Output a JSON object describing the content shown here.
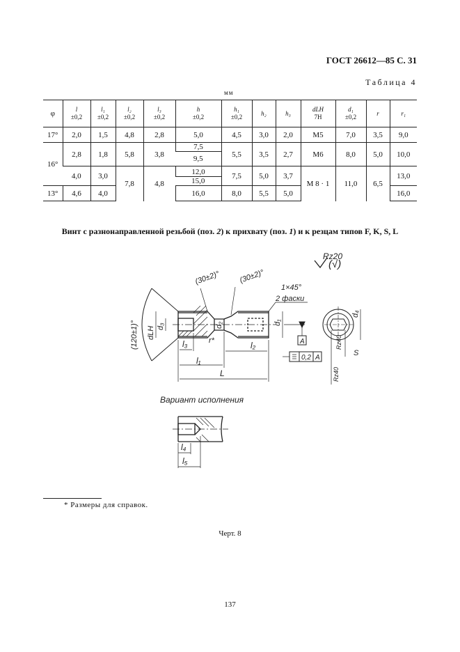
{
  "header": {
    "title": "ГОСТ 26612—85 С. 31"
  },
  "table": {
    "caption": "Таблица 4",
    "unit": "мм",
    "columns": [
      {
        "sym": "φ",
        "tol": ""
      },
      {
        "sym": "l",
        "tol": "±0,2"
      },
      {
        "sym": "l₁",
        "tol": "±0,2"
      },
      {
        "sym": "l₂",
        "tol": "±0,2"
      },
      {
        "sym": "l₃",
        "tol": "±0,2"
      },
      {
        "sym": "h",
        "tol": "±0,2"
      },
      {
        "sym": "h₁",
        "tol": "±0,2"
      },
      {
        "sym": "h₂",
        "tol": ""
      },
      {
        "sym": "h₃",
        "tol": ""
      },
      {
        "sym": "dLH",
        "tol": "7H"
      },
      {
        "sym": "d₁",
        "tol": "±0,2"
      },
      {
        "sym": "r",
        "tol": ""
      },
      {
        "sym": "r₁",
        "tol": ""
      }
    ],
    "r1": [
      "17°",
      "2,0",
      "1,5",
      "4,8",
      "2,8",
      "5,0",
      "4,5",
      "3,0",
      "2,0",
      "M5",
      "7,0",
      "3,5",
      "9,0"
    ],
    "r2": [
      "2,8",
      "1,8",
      "5,8",
      "3,8",
      "7,5",
      "5,5",
      "3,5",
      "2,7",
      "M6",
      "8,0",
      "5,0",
      "10,0"
    ],
    "phi16": "16°",
    "h_95": "9,5",
    "l_40": "4,0",
    "l1_30": "3,0",
    "l2_78": "7,8",
    "l3_48": "4,8",
    "h_120": "12,0",
    "h1_75": "7,5",
    "h2_50": "5,0",
    "h3_37": "3,7",
    "d_m8": "M 8 · 1",
    "d1_110": "11,0",
    "r_65": "6,5",
    "r1_130": "13,0",
    "h_150": "15,0",
    "r4": [
      "13°",
      "4,6",
      "4,0",
      "16,0",
      "8,0",
      "5,5",
      "5,0",
      "16,0"
    ]
  },
  "caption": {
    "a": "Винт с разнонаправленной резьбой (поз. ",
    "p1": "2",
    "b": ") к прихвату (поз. ",
    "p2": "1",
    "c": ") и к резцам типов F, K, S, L"
  },
  "drawing": {
    "roughness": "Rz20",
    "roughness_paren": "(√)",
    "angle_120": "(120±1)°",
    "angle_30a": "(30±2)°",
    "angle_30b": "(30±2)°",
    "chamfer": "1×45°",
    "chamfer_note": "2 фаски",
    "dLH": "dLH",
    "d3": "d₃",
    "d2": "d₂",
    "d1": "d₁",
    "d4": "d₄",
    "r_star": "r*",
    "l3": "l₃",
    "l1": "l₁",
    "l2": "l₂",
    "L": "L",
    "datum_A": "A",
    "tol_value": "0,2",
    "tol_datum": "A",
    "s": "S",
    "rz40a": "Rz40",
    "rz40b": "Rz40",
    "variant_title": "Вариант исполнения",
    "l4": "l₄",
    "l5": "l₅"
  },
  "footnote": "* Размеры для справок.",
  "figure_label": "Черт. 8",
  "page_number": "137"
}
